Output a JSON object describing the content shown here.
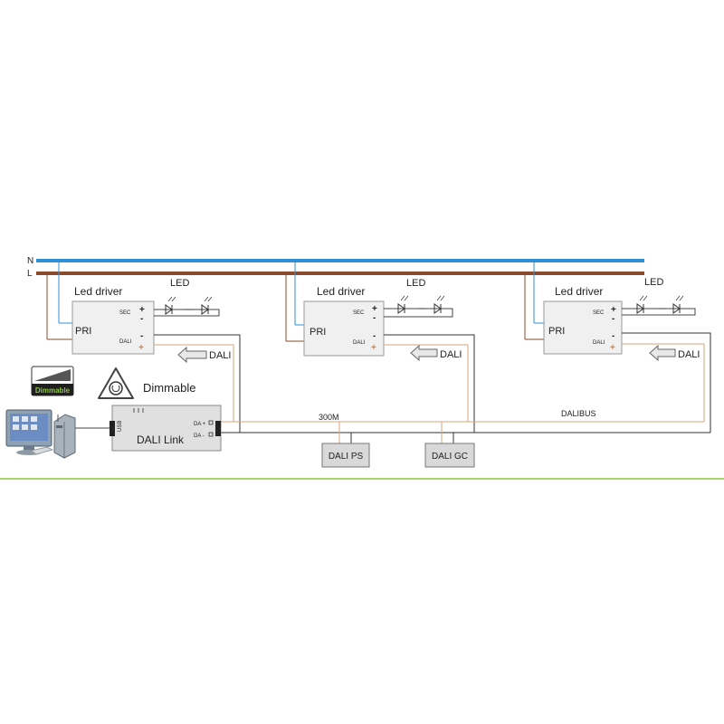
{
  "rails": {
    "n_label": "N",
    "l_label": "L",
    "n_color": "#2f8fd6",
    "l_color": "#8a4a2e"
  },
  "drivers": [
    {
      "title": "Led driver",
      "pri": "PRI",
      "sec": "SEC",
      "dali": "DALI",
      "plus": "+",
      "minus": "-",
      "led_label": "LED",
      "dali_arrow_label": "DALI"
    },
    {
      "title": "Led driver",
      "pri": "PRI",
      "sec": "SEC",
      "dali": "DALI",
      "plus": "+",
      "minus": "-",
      "led_label": "LED",
      "dali_arrow_label": "DALI"
    },
    {
      "title": "Led driver",
      "pri": "PRI",
      "sec": "SEC",
      "dali": "DALI",
      "plus": "+",
      "minus": "-",
      "led_label": "LED",
      "dali_arrow_label": "DALI"
    }
  ],
  "dimmable": {
    "badge": "Dimmable",
    "label": "Dimmable"
  },
  "dali_link": {
    "title": "DALI Link",
    "usb": "USB",
    "da_plus": "DA +",
    "da_minus": "DA -"
  },
  "bus": {
    "distance": "300M",
    "label": "DALIBUS"
  },
  "modules": {
    "ps": "DALI PS",
    "gc": "DALI GC"
  },
  "colors": {
    "dali_wire": "#d9a57a",
    "divider": "#8cc63f",
    "box_fill": "#f0f0f0",
    "module_fill": "#d9d9d9"
  }
}
